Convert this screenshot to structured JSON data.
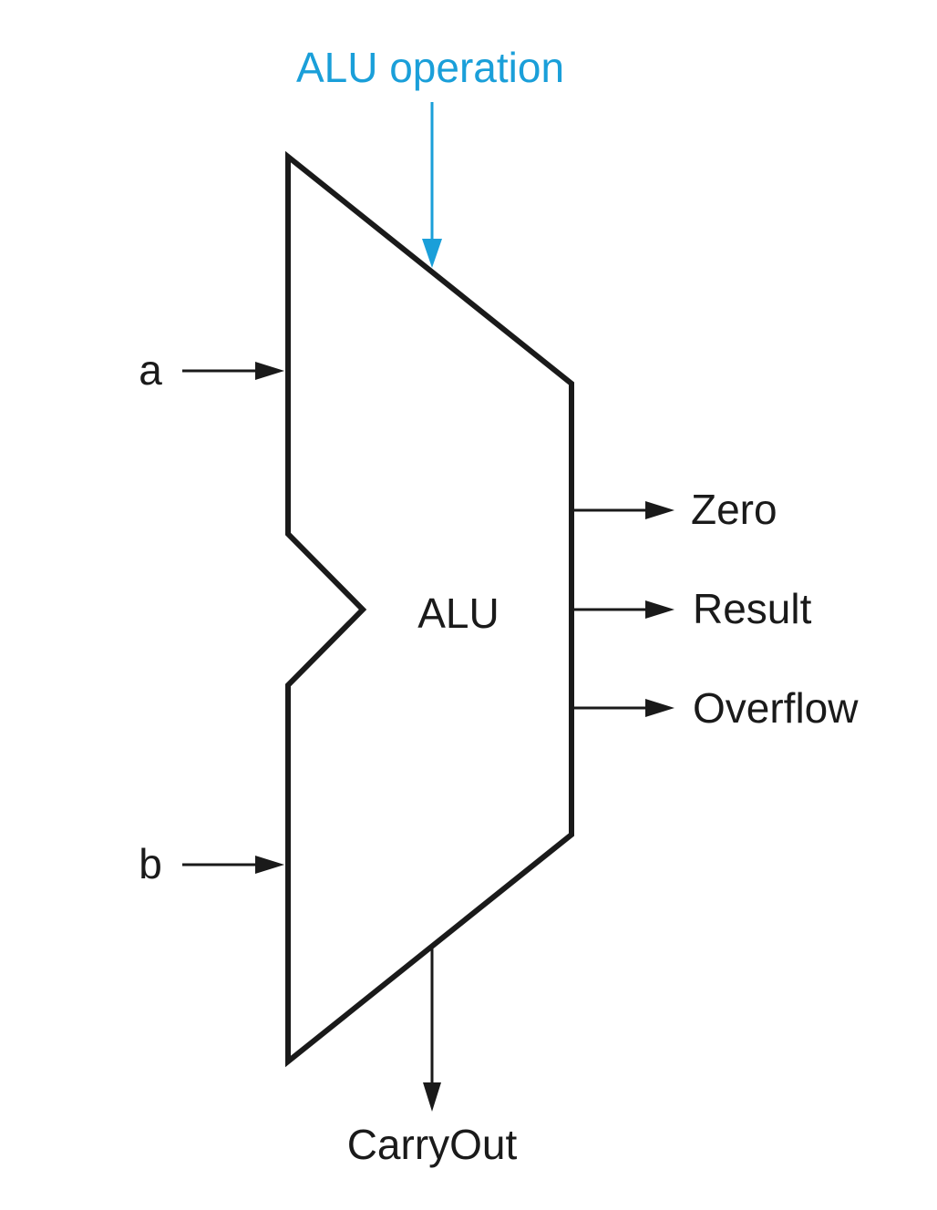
{
  "diagram": {
    "control_label": "ALU operation",
    "block_label": "ALU",
    "inputs": {
      "a": "a",
      "b": "b"
    },
    "outputs": {
      "zero": "Zero",
      "result": "Result",
      "overflow": "Overflow"
    },
    "carry_out": "CarryOut"
  },
  "colors": {
    "control": "#1a9fd9",
    "line": "#1a1a1a",
    "background": "#ffffff"
  }
}
